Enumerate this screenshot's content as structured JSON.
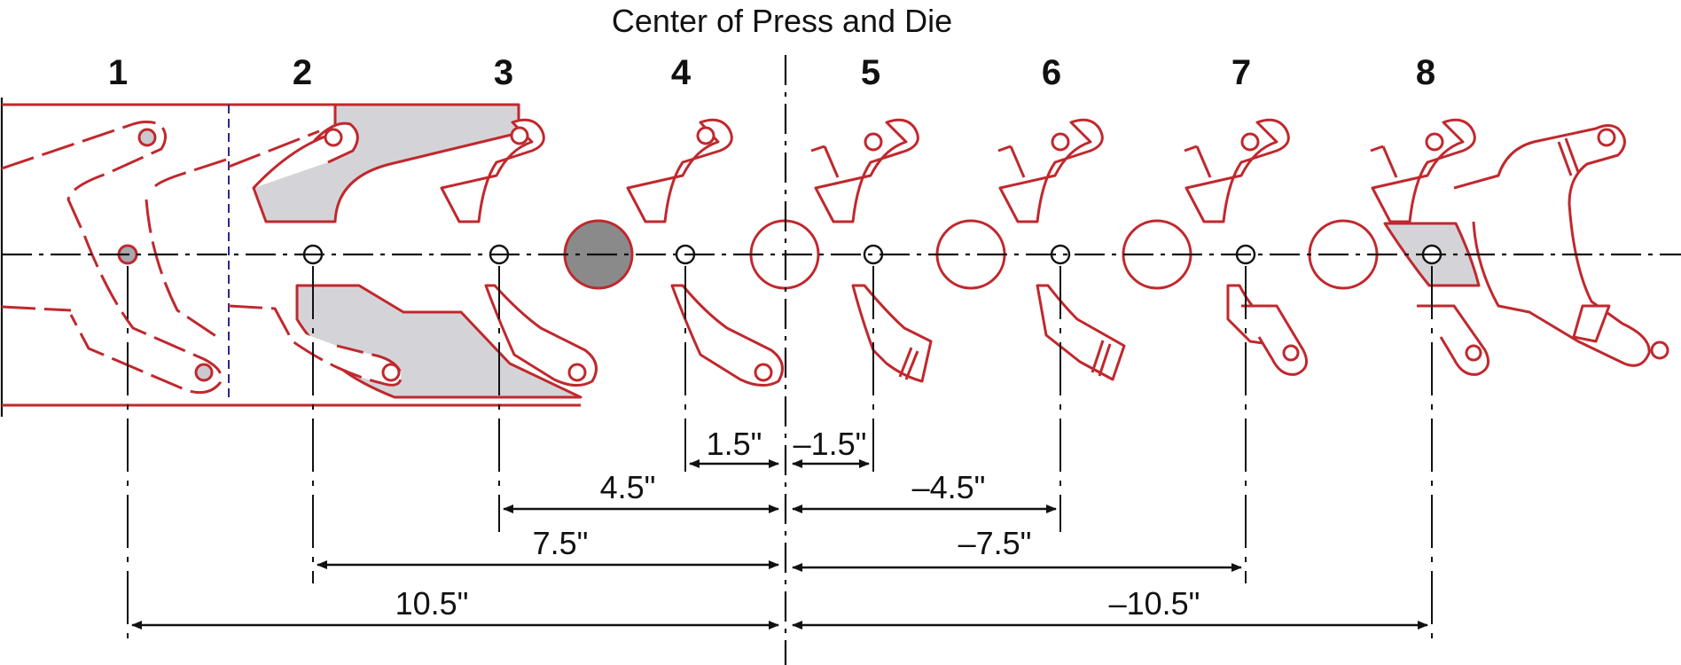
{
  "title": "Center of Press and Die",
  "stations": [
    "1",
    "2",
    "3",
    "4",
    "5",
    "6",
    "7",
    "8"
  ],
  "dimensions": [
    {
      "label": "1.5\"",
      "value": 1.5
    },
    {
      "label": "–1.5\"",
      "value": -1.5
    },
    {
      "label": "4.5\"",
      "value": 4.5
    },
    {
      "label": "–4.5\"",
      "value": -4.5
    },
    {
      "label": "7.5\"",
      "value": 7.5
    },
    {
      "label": "–7.5\"",
      "value": -7.5
    },
    {
      "label": "10.5\"",
      "value": 10.5
    },
    {
      "label": "–10.5\"",
      "value": -10.5
    }
  ],
  "colors": {
    "part_outline": "#c0282d",
    "shaded": "#d4d4d8",
    "pierce": "#8a8a8a",
    "lines": "#111111"
  }
}
